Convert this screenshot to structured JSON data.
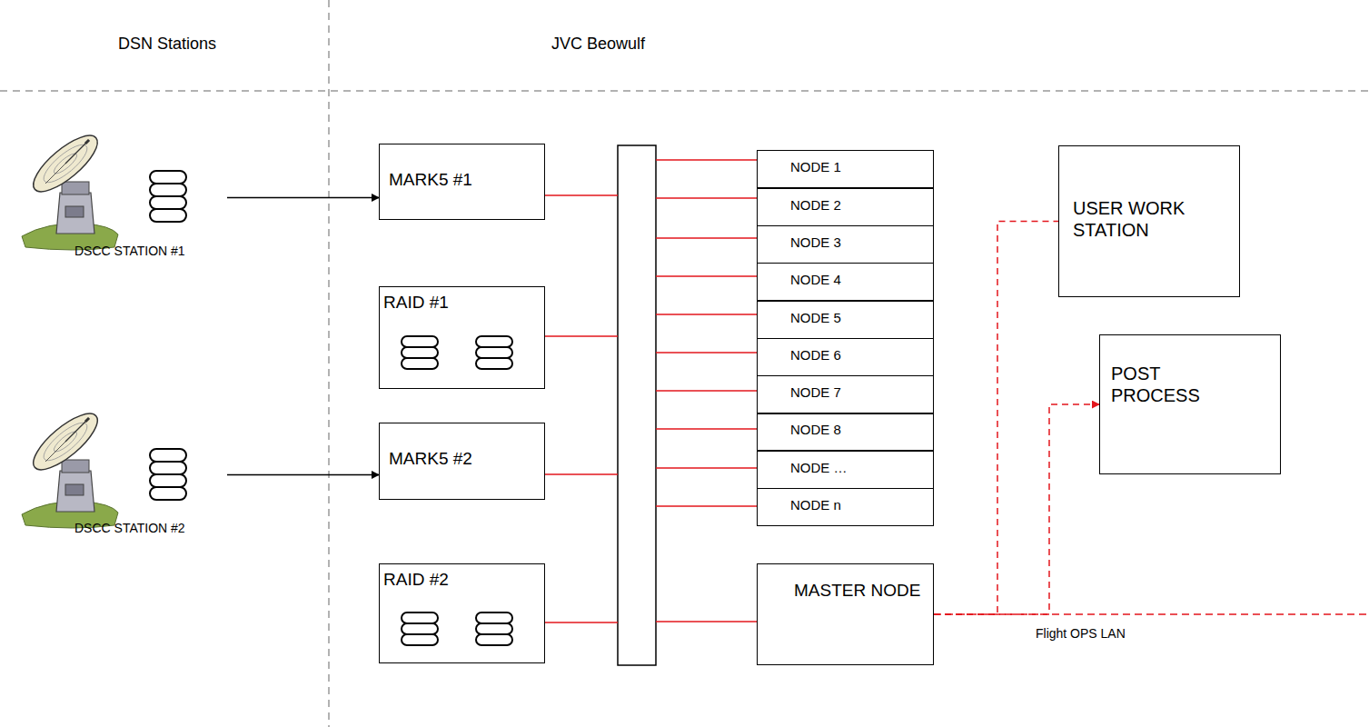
{
  "diagram": {
    "nodes": [
      {
        "text": [
          "DSCC STATION #1"
        ]
      },
      {
        "text": [
          "MARK5 #1"
        ]
      },
      {
        "text": [
          "RAID #1"
        ]
      },
      {
        "text": [
          "DSCC STATION #2"
        ]
      },
      {
        "text": [
          "MARK5 #2"
        ]
      },
      {
        "text": [
          "RAID #2"
        ]
      },
      {
        "text": [
          "NODE 1"
        ]
      },
      {
        "text": [
          "NODE 2"
        ]
      },
      {
        "text": [
          "NODE 3"
        ]
      },
      {
        "text": [
          "NODE 4"
        ]
      },
      {
        "text": [
          "NODE 5"
        ]
      },
      {
        "text": [
          "NODE 6"
        ]
      },
      {
        "text": [
          "NODE 7"
        ]
      },
      {
        "text": [
          "NODE 8"
        ]
      },
      {
        "text": [
          "NODE …"
        ]
      },
      {
        "text": [
          "NODE n"
        ]
      },
      {
        "text": [
          "MASTER NODE"
        ]
      },
      {
        "text": [
          "USER WORK STATION"
        ]
      },
      {
        "text": [
          "POST PROCESS"
        ]
      }
    ],
    "edges": [
      {
        "from": 0,
        "to": 1,
        "arrow": "to"
      },
      {
        "from": 3,
        "to": 4,
        "arrow": "to"
      },
      {
        "from": 16,
        "to": 17,
        "arrow": "none"
      },
      {
        "from": 16,
        "to": 18,
        "arrow": "to"
      }
    ],
    "labels": [
      "DSN Stations",
      "JVC Beowulf",
      "Flight OPS LAN"
    ]
  }
}
